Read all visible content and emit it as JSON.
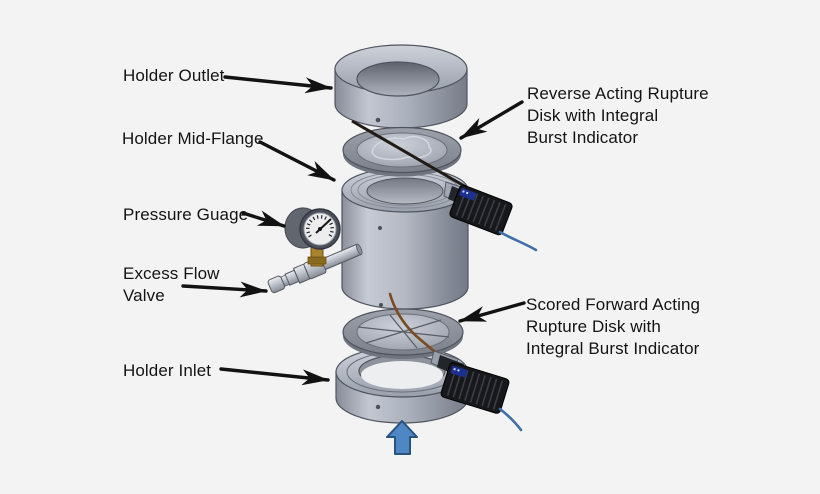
{
  "diagram": {
    "type": "exploded-view-technical-illustration",
    "subject": "rupture-disk-holder-assembly",
    "flow_icon": {
      "name": "flow-up-arrow",
      "direction": "up"
    }
  },
  "labels": {
    "holder_outlet": {
      "text": "Holder Outlet"
    },
    "holder_mid_flange": {
      "text": "Holder Mid-Flange"
    },
    "pressure_gauge": {
      "text": "Pressure Guage"
    },
    "excess_flow_valve": {
      "lines": [
        "Excess Flow",
        "Valve"
      ]
    },
    "holder_inlet": {
      "text": "Holder Inlet"
    },
    "reverse_disk": {
      "lines": [
        "Reverse Acting Rupture",
        "Disk with Integral",
        "Burst Indicator"
      ]
    },
    "scored_disk": {
      "lines": [
        "Scored Forward Acting",
        "Rupture Disk with",
        "Integral Burst Indicator"
      ]
    }
  },
  "colors": {
    "background": "#f3f3f4",
    "label_text": "#141414",
    "leader_arrow": "#121212",
    "flow_arrow_fill": "#4f87c4",
    "flow_arrow_stroke": "#27547e",
    "metal_light": "#c6cad4",
    "metal_mid": "#a6abb7",
    "metal_dark": "#7e838f",
    "disk_rim": "#8a8f99",
    "connector_body": "#17181b",
    "connector_label": "#1d2f8f",
    "cable_blue": "#3f6fa6",
    "brass": "#a9822e",
    "copper_wire": "#7a4a20",
    "gauge_face": "#ededee"
  }
}
